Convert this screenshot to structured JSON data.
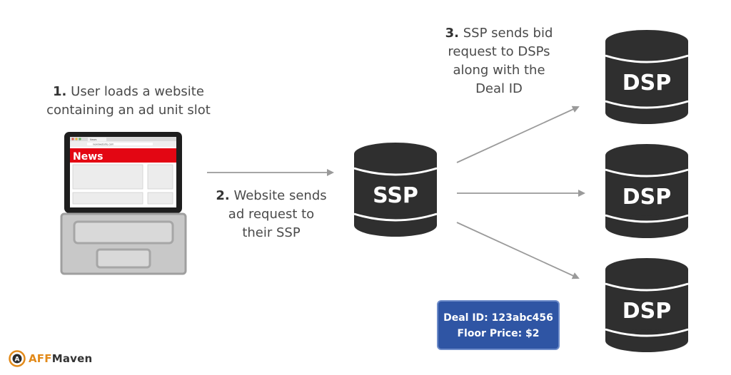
{
  "labels": {
    "step1_num": "1.",
    "step1_line1": "User loads a website",
    "step1_line2": "containing an ad unit slot",
    "step2_num": "2.",
    "step2_line1": "Website sends",
    "step2_line2": "ad request to",
    "step2_line3": "their SSP",
    "step3_num": "3.",
    "step3_line1": "SSP sends bid",
    "step3_line2": "request to DSPs",
    "step3_line3": "along with the",
    "step3_line4": "Deal ID"
  },
  "laptop": {
    "tab_title": "News",
    "url": "newswebsite.com",
    "banner": "News"
  },
  "ssp": {
    "label": "SSP"
  },
  "dsps": [
    {
      "label": "DSP"
    },
    {
      "label": "DSP"
    },
    {
      "label": "DSP"
    }
  ],
  "deal": {
    "line1": "Deal ID: 123abc456",
    "line2": "Floor Price: $2"
  },
  "brand": {
    "prefix": "AFF",
    "suffix": "Maven"
  },
  "colors": {
    "database": "#2f2f2f",
    "arrow": "#9a9a9a",
    "deal_box": "#2f55a4",
    "news_banner": "#e30613",
    "brand_orange": "#e28a1a"
  }
}
